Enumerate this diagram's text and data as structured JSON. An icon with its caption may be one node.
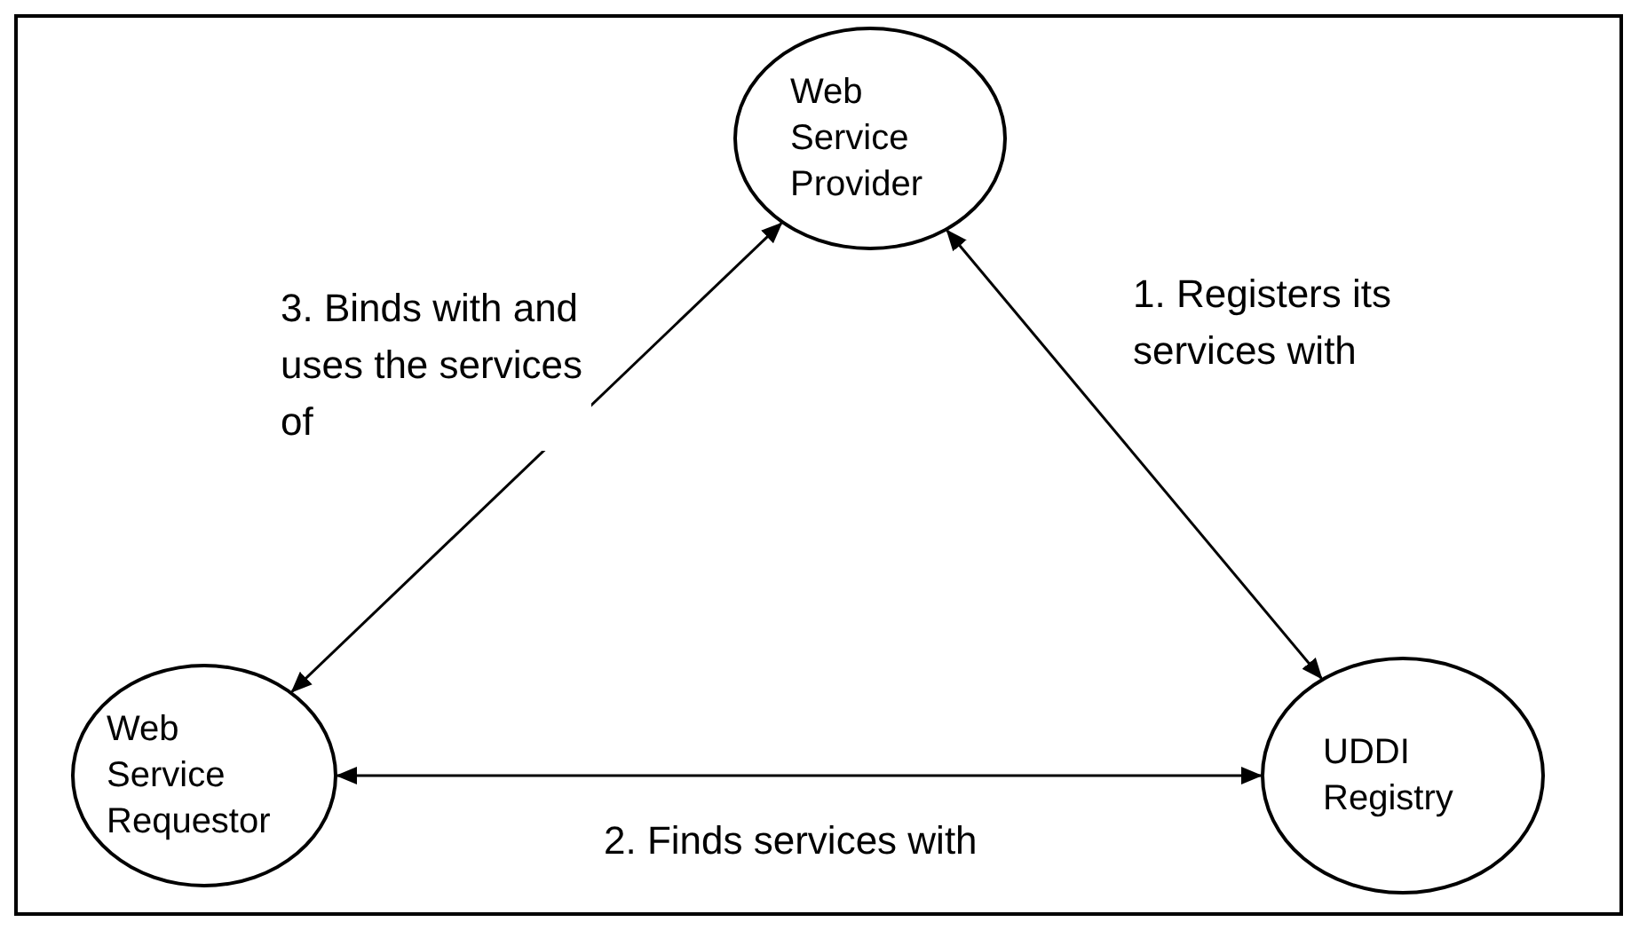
{
  "diagram": {
    "nodes": [
      {
        "text": [
          "Web Service Provider"
        ]
      },
      {
        "text": [
          "Web Service Requestor"
        ]
      },
      {
        "text": [
          "UDDI Registry"
        ]
      }
    ],
    "edges": [
      {
        "from": 0,
        "to": 2,
        "arrow": "both",
        "label": "1. Registers its services with"
      },
      {
        "from": 1,
        "to": 2,
        "arrow": "both",
        "label": "2. Finds services with"
      },
      {
        "from": 1,
        "to": 0,
        "arrow": "both",
        "label": "3. Binds with and uses the services of"
      }
    ]
  }
}
